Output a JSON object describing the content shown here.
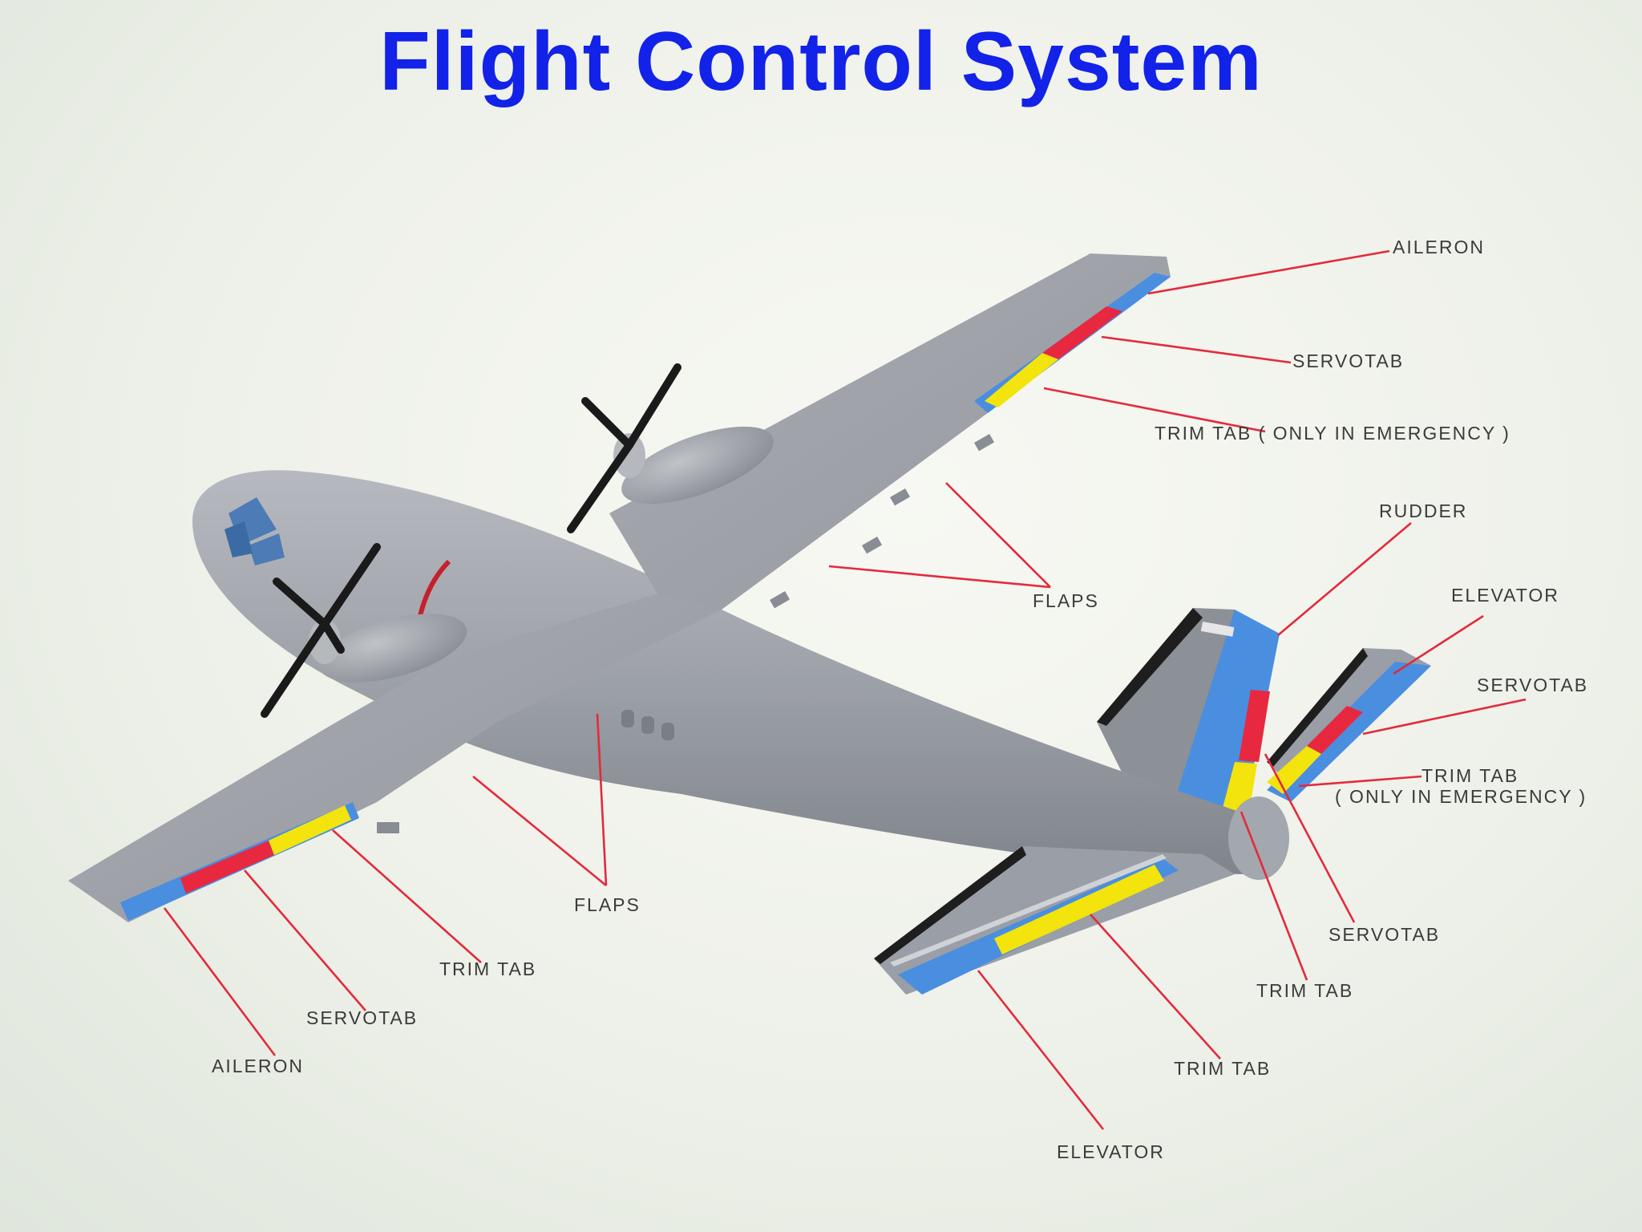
{
  "title": "Flight Control System",
  "colors": {
    "title": "#1222e8",
    "control_surface_blue": "#4a8ee0",
    "servotab_red": "#e8283f",
    "trim_tab_yellow": "#f2e40c",
    "leader_lines": "#e32a3c",
    "airframe": "#9a9ea6"
  },
  "labels": {
    "right_wing_aileron": "AILERON",
    "right_wing_servotab": "SERVOTAB",
    "right_wing_trim_tab": "TRIM TAB ( ONLY IN EMERGENCY )",
    "rudder": "RUDDER",
    "flaps_right": "FLAPS",
    "tail_elevator_right": "ELEVATOR",
    "tail_servotab_right": "SERVOTAB",
    "tail_trim_tab_line1": "TRIM TAB",
    "tail_trim_tab_line2": "( ONLY IN EMERGENCY )",
    "flaps_left": "FLAPS",
    "left_wing_trim_tab": "TRIM TAB",
    "left_wing_servotab": "SERVOTAB",
    "left_wing_aileron": "AILERON",
    "rudder_servotab": "SERVOTAB",
    "rudder_trim_tab": "TRIM TAB",
    "left_elevator_trim_tab": "TRIM TAB",
    "left_elevator": "ELEVATOR"
  }
}
